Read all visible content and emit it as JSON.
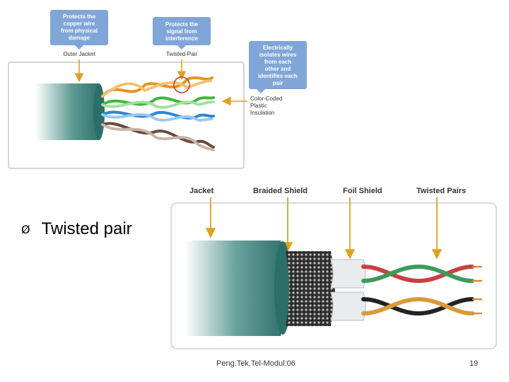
{
  "top_diagram": {
    "callouts": {
      "physical": [
        "Protects the",
        "copper wire",
        "from physical",
        "damage"
      ],
      "interference": [
        "Protects the",
        "signal from",
        "interference"
      ],
      "isolates": [
        "Electrically",
        "isolates wires",
        "from each",
        "other and",
        "identifies each",
        "pair"
      ]
    },
    "labels": {
      "outer_jacket": "Outer Jacket",
      "twisted_pair": "Twisted-Pair",
      "insulation": [
        "Color-Coded",
        "Plastic",
        "Insulation"
      ]
    },
    "colors": {
      "callout_fill": "#7fa6d6",
      "callout_text": "#ffffff",
      "jacket": "#2f7a72",
      "orange": "#e59420",
      "green": "#3cb83c",
      "blue": "#2d86d1",
      "brown": "#6a4a3a",
      "highlight": "#d43a2a"
    }
  },
  "bottom_diagram": {
    "labels": {
      "jacket": "Jacket",
      "braided_shield": "Braided Shield",
      "foil_shield": "Foil Shield",
      "twisted_pairs": "Twisted Pairs"
    },
    "colors": {
      "jacket": "#2f7a72",
      "braid": "#3c3c3c",
      "foil": "#e8ecec",
      "pair_red": "#c94040",
      "pair_green": "#3c9a5a",
      "pair_black": "#222222",
      "pair_orange": "#d99a3a",
      "copper": "#d98a30",
      "arrow": "#e0a020"
    }
  },
  "bullet": {
    "symbol": "Ø",
    "text": "Twisted pair"
  },
  "footer": {
    "course": "Peng.Tek.Tel-Modul:06",
    "page": "19"
  }
}
